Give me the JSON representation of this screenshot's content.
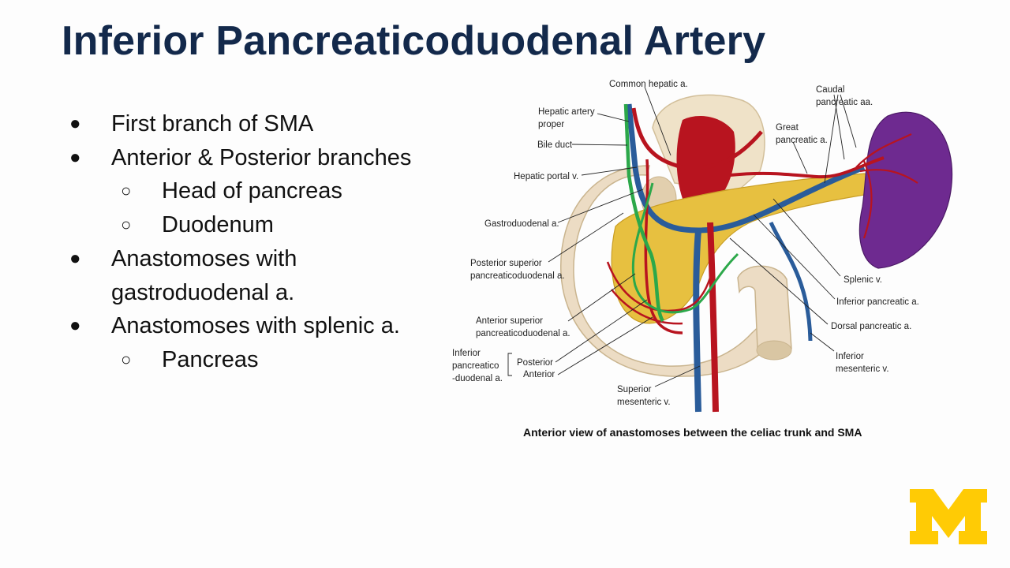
{
  "slide": {
    "title": "Inferior Pancreaticoduodenal Artery",
    "bullets": [
      {
        "level": 1,
        "text": "First branch of SMA"
      },
      {
        "level": 1,
        "text": "Anterior & Posterior branches"
      },
      {
        "level": 2,
        "text": "Head of pancreas"
      },
      {
        "level": 2,
        "text": "Duodenum"
      },
      {
        "level": 1,
        "text": "Anastomoses with"
      },
      {
        "level": 1,
        "text": "gastroduodenal a.",
        "continuation": true
      },
      {
        "level": 1,
        "text": "Anastomoses with splenic a."
      },
      {
        "level": 2,
        "text": "Pancreas"
      }
    ],
    "markers": {
      "level1": "●",
      "level2": "○"
    }
  },
  "figure": {
    "caption": "Anterior view of anastomoses between the celiac trunk and SMA",
    "labels": {
      "common_hepatic": "Common hepatic a.",
      "hepatic_artery_proper_1": "Hepatic artery",
      "hepatic_artery_proper_2": "proper",
      "bile_duct": "Bile duct",
      "hepatic_portal": "Hepatic portal v.",
      "gastroduodenal": "Gastroduodenal a.",
      "post_sup_1": "Posterior superior",
      "post_sup_2": "pancreaticoduodenal a.",
      "ant_sup_1": "Anterior superior",
      "ant_sup_2": "pancreaticoduodenal a.",
      "inf_pd_1": "Inferior",
      "inf_pd_2": "pancreatico",
      "inf_pd_3": "-duodenal a.",
      "posterior": "Posterior",
      "anterior": "Anterior",
      "sup_mes_1": "Superior",
      "sup_mes_2": "mesenteric v.",
      "caudal_1": "Caudal",
      "caudal_2": "pancreatic aa.",
      "great_1": "Great",
      "great_2": "pancreatic a.",
      "splenic_v": "Splenic v.",
      "inferior_pancreatic": "Inferior pancreatic a.",
      "dorsal_pancreatic": "Dorsal pancreatic a.",
      "inf_mes_1": "Inferior",
      "inf_mes_2": "mesenteric v."
    },
    "colors": {
      "artery": "#b8141f",
      "vein": "#2a5c9a",
      "bile_duct": "#2ca84a",
      "pancreas": "#e7c040",
      "duodenum": "#ecdcc4",
      "spleen": "#6e2a90"
    }
  },
  "logo": {
    "color": "#ffcb05"
  }
}
